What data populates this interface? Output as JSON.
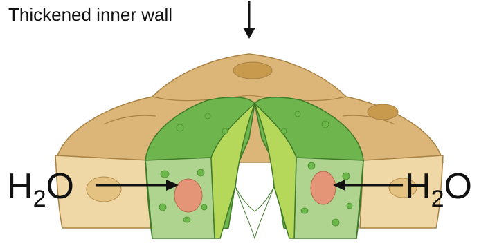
{
  "diagram": {
    "pointer_label": "Thickened inner wall",
    "left_formula": {
      "prefix": "H",
      "subscript": "2",
      "suffix": "O"
    },
    "right_formula": {
      "prefix": "H",
      "subscript": "2",
      "suffix": "O"
    }
  },
  "colors": {
    "epidermal_cell": "#dcb578",
    "epidermal_cell_light": "#efd8a6",
    "epidermal_nucleus": "#c89a4e",
    "guard_cell_outer": "#6fb54d",
    "guard_cell_inner": "#aed48f",
    "chloroplast": "#6db84a",
    "guard_nucleus": "#e59577",
    "thick_wall": "#b6d85a",
    "arrow": "#111111"
  }
}
